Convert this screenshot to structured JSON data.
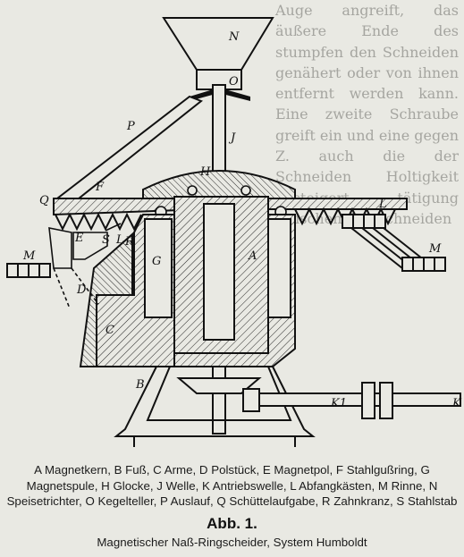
{
  "background_text": "Auge angreift, das äußere Ende des stumpfen den Schneiden genähert oder von ihnen entfernt werden kann. Eine zweite Schraube greift ein und eine gegen Z. auch die der Schneiden Holtigkeit gesteigert, tätigung zwischen der Schneiden",
  "labels": {
    "A": "A",
    "B": "B",
    "C": "C",
    "D": "D",
    "E": "E",
    "F": "F",
    "G": "G",
    "H": "H",
    "J": "J",
    "K": "K",
    "K1": "K1",
    "L_left": "L",
    "L_right": "L",
    "M_left": "M",
    "M_right": "M",
    "N": "N",
    "O": "O",
    "P": "P",
    "Q": "Q",
    "R": "R",
    "S": "S"
  },
  "legend": "A Magnetkern, B Fuß, C Arme, D Polstück, E Magnetpol, F Stahlguß­ring, G Magnetspule, H Glocke, J Welle, K Antriebswelle, L Abfang­kästen, M Rinne, N Speisetrichter, O Kegelteller, P Auslauf, Q Schüttel­aufgabe, R Zahnkranz, S Stahlstab",
  "caption": {
    "title": "Abb. 1.",
    "subtitle": "Magnetischer Naß-Ringscheider, System Humboldt"
  }
}
